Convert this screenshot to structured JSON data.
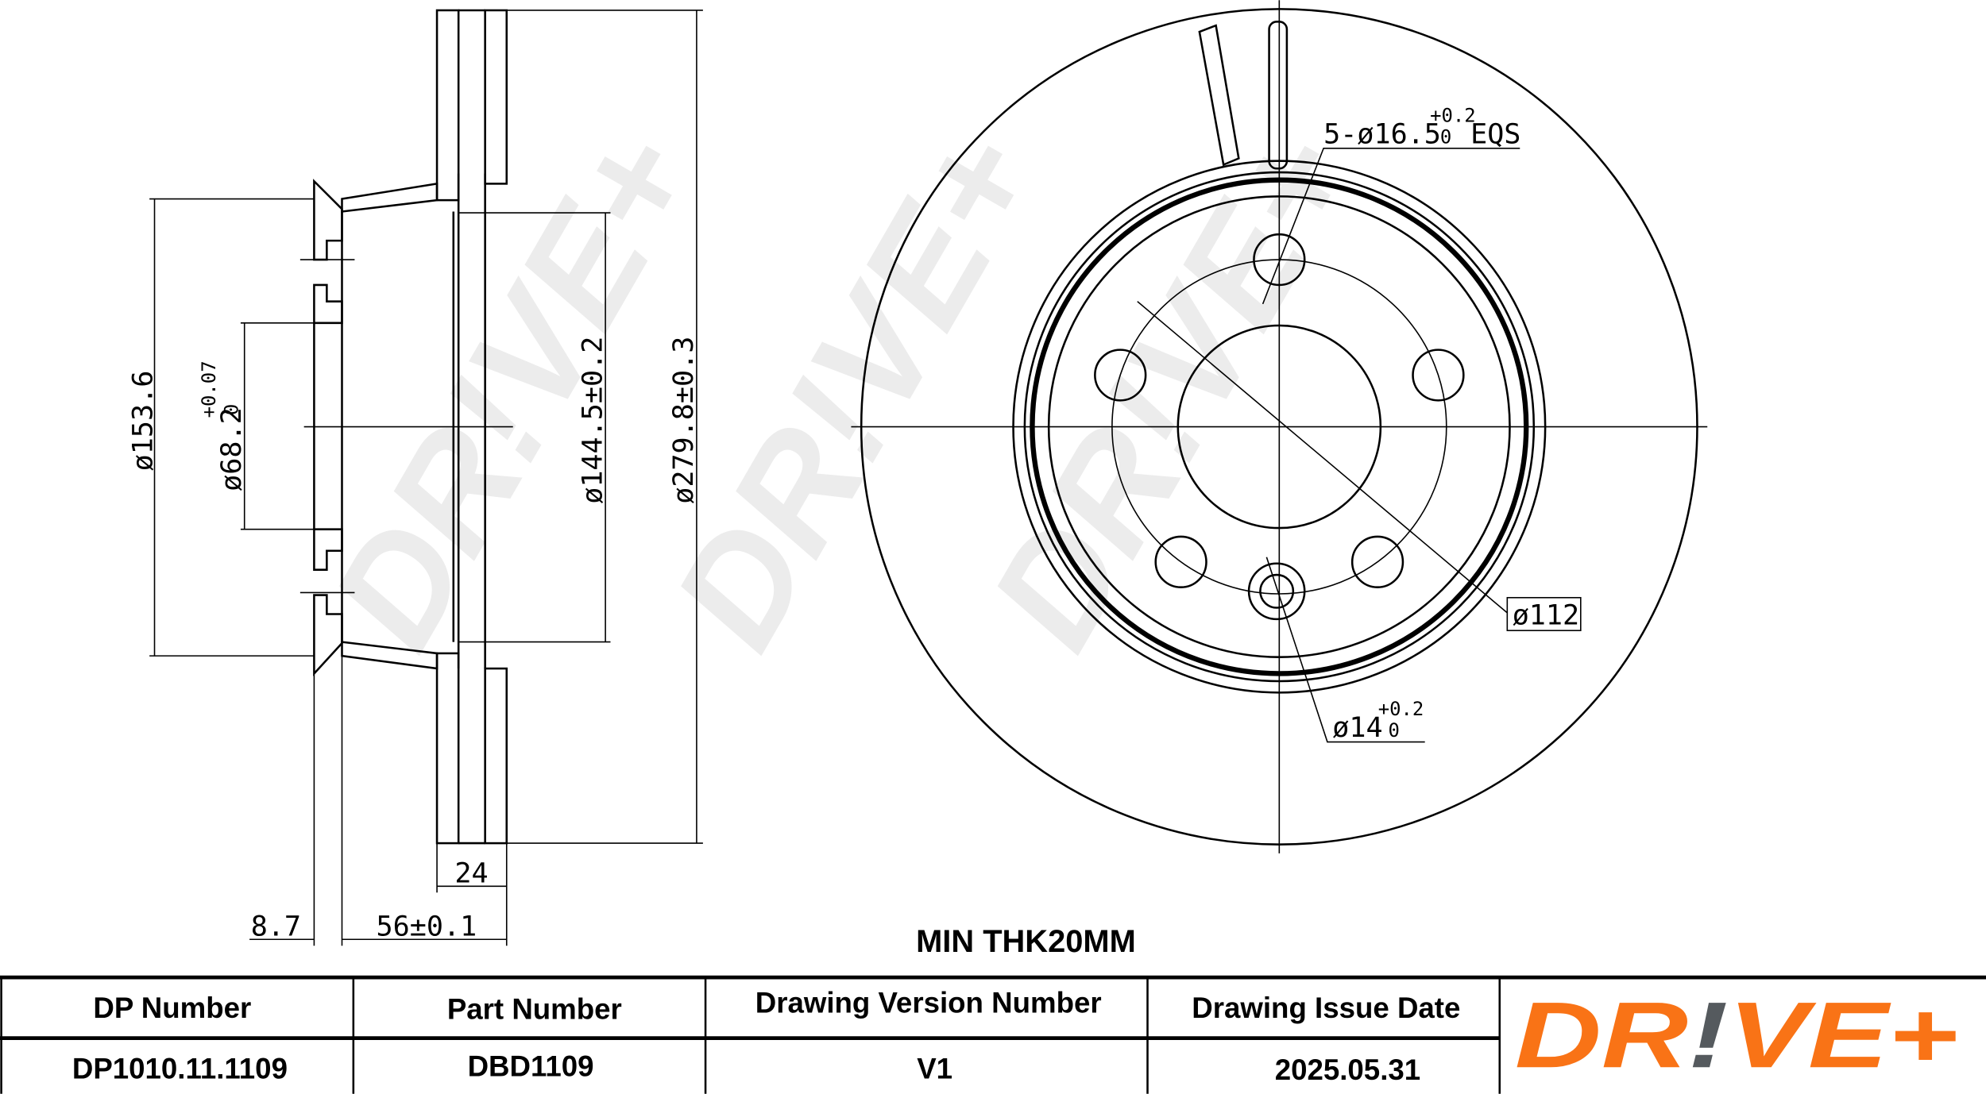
{
  "watermark": "DR!VE+",
  "side_view": {
    "dims": {
      "outer_hat": "ø153.6",
      "center_bore": "ø68.2",
      "center_bore_tol_upper": "+0.07",
      "center_bore_tol_lower": "0",
      "inner_friction": "ø144.5±0.2",
      "outer_diameter": "ø279.8±0.3",
      "thickness": "24",
      "hub_offset": "8.7",
      "height": "56±0.1"
    }
  },
  "front_view": {
    "bolt_holes": "5-ø16.5",
    "bolt_holes_tol_upper": "+0.2",
    "bolt_holes_tol_lower": "0",
    "bolt_holes_suffix": "EQS",
    "pcd": "ø112",
    "small_hole": "ø14",
    "small_hole_tol_upper": "+0.2",
    "small_hole_tol_lower": "0"
  },
  "min_thickness": "MIN THK20MM",
  "table": {
    "headers": [
      "DP Number",
      "Part Number",
      "Drawing Version Number",
      "Drawing Issue Date"
    ],
    "values": [
      "DP1010.11.1109",
      "DBD1109",
      "V1",
      "2025.05.31"
    ]
  },
  "logo": {
    "part1": "DR",
    "bang": "!",
    "part2": "VE+",
    "brand_color": "#f97316",
    "accent_gray": "#555a5e"
  }
}
